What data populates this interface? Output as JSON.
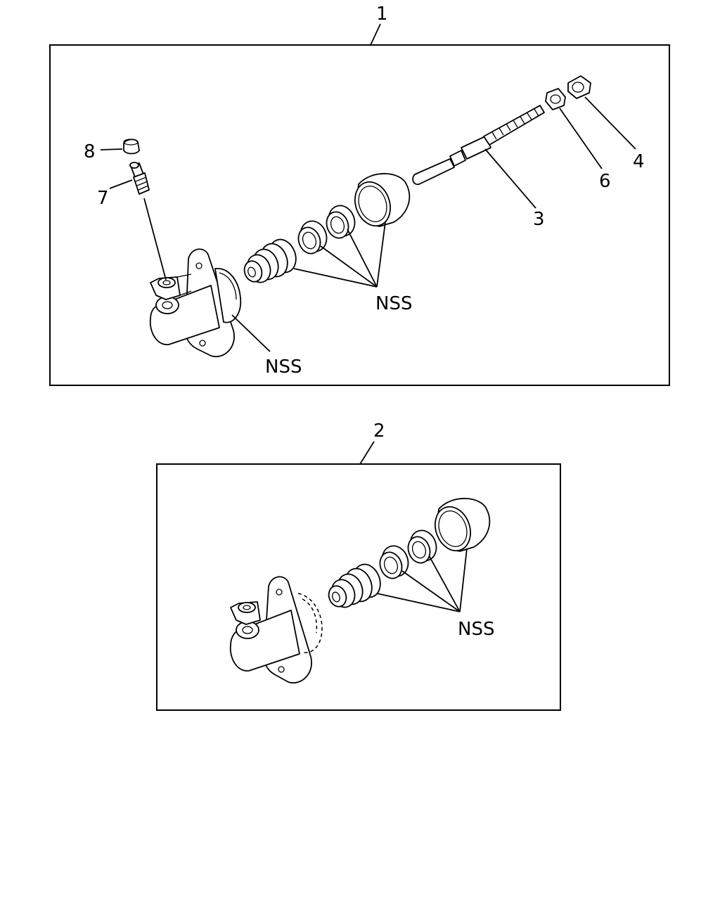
{
  "diagram": {
    "assembly_1": {
      "callout": "1",
      "parts": [
        {
          "callout": "3",
          "name": "push-rod"
        },
        {
          "callout": "4",
          "name": "nut"
        },
        {
          "callout": "6",
          "name": "lock-nut"
        },
        {
          "callout": "7",
          "name": "bleeder-screw"
        },
        {
          "callout": "8",
          "name": "bleeder-cap"
        }
      ],
      "nss_labels": [
        "NSS",
        "NSS"
      ]
    },
    "assembly_2": {
      "callout": "2",
      "nss_labels": [
        "NSS"
      ]
    }
  }
}
